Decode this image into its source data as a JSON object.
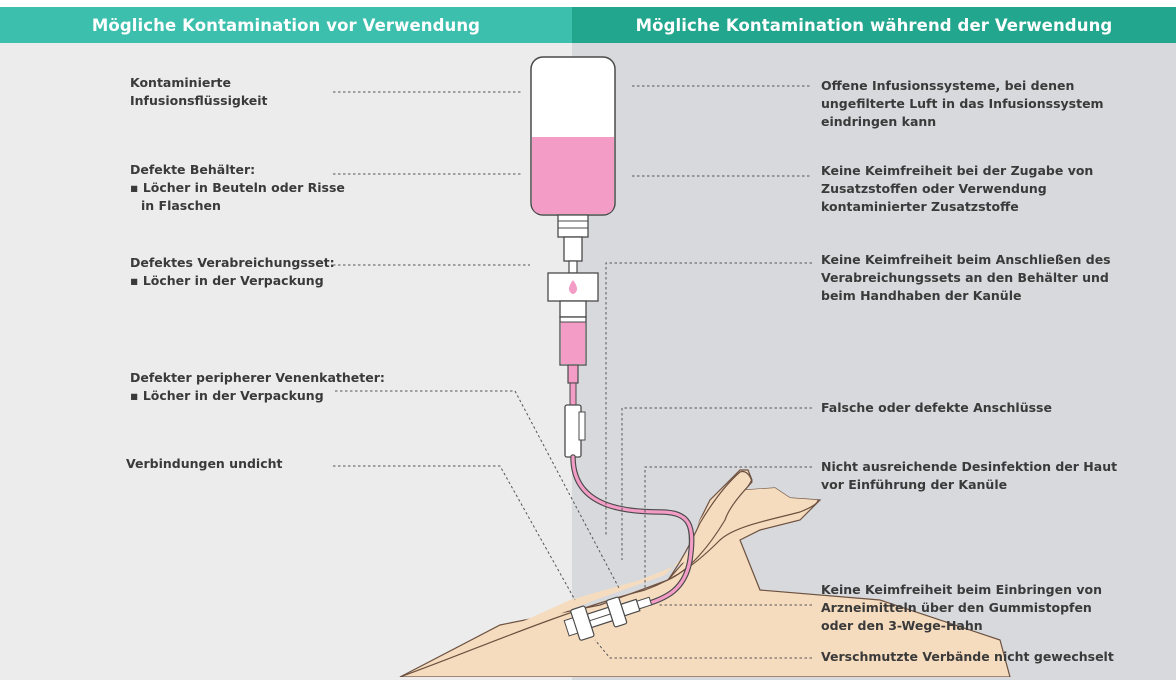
{
  "headers": {
    "left": "Mögliche Kontamination vor Verwendung",
    "right": "Mögliche Kontamination während der Verwendung"
  },
  "left_labels": [
    {
      "id": "contaminated-fluid",
      "lines": [
        "Kontaminierte",
        "Infusionsflüssigkeit"
      ]
    },
    {
      "id": "defective-container",
      "lines": [
        "Defekte Behälter:",
        "▪ Löcher in Beuteln oder Risse",
        "in Flaschen"
      ]
    },
    {
      "id": "defective-admin-set",
      "lines": [
        "Defektes Verabreichungsset:",
        "▪ Löcher in der Verpackung"
      ]
    },
    {
      "id": "defective-catheter",
      "lines": [
        "Defekter peripherer Venenkatheter:",
        "▪  Löcher in der Verpackung"
      ]
    },
    {
      "id": "leaky-connections",
      "lines": [
        "Verbindungen undicht"
      ]
    }
  ],
  "right_labels": [
    {
      "id": "open-systems",
      "lines": [
        "Offene Infusionssysteme, bei denen",
        "ungefilterte Luft in das Infusionssystem",
        "eindringen kann"
      ]
    },
    {
      "id": "additives-sterility",
      "lines": [
        "Keine Keimfreiheit bei der Zugabe von",
        "Zusatzstoffen oder Verwendung",
        "kontaminierter Zusatzstoffe"
      ]
    },
    {
      "id": "connecting-sterility",
      "lines": [
        "Keine Keimfreiheit beim Anschließen des",
        "Verabreichungssets an den Behälter und",
        "beim Handhaben der Kanüle"
      ]
    },
    {
      "id": "faulty-connections",
      "lines": [
        "Falsche oder defekte Anschlüsse"
      ]
    },
    {
      "id": "skin-disinfection",
      "lines": [
        "Nicht ausreichende Desinfektion der Haut",
        "vor Einführung der Kanüle"
      ]
    },
    {
      "id": "drug-injection-sterility",
      "lines": [
        "Keine Keimfreiheit beim Einbringen von",
        "Arzneimitteln über den Gummistopfen",
        "oder den 3-Wege-Hahn"
      ]
    },
    {
      "id": "dressings",
      "lines": [
        "Verschmutzte Verbände nicht gewechselt"
      ]
    }
  ],
  "colors": {
    "header_left": "#3dbfad",
    "header_right": "#22a68e",
    "fluid_pink": "#f29cc6",
    "skin": "#f7dcbf"
  }
}
